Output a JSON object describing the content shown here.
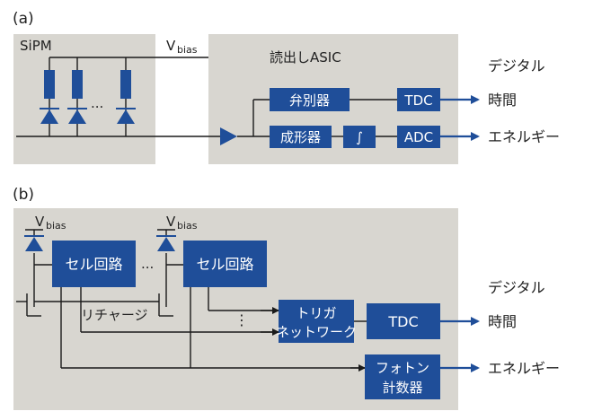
{
  "panel_a": {
    "label": "(a)",
    "sipm": {
      "label": "SiPM",
      "vbias_main": "V",
      "vbias_sub": "bias",
      "dots": "..."
    },
    "asic": {
      "title": "読出しASIC",
      "discriminator": "弁別器",
      "shaper": "成形器",
      "integrator": "∫",
      "tdc": "TDC",
      "adc": "ADC"
    },
    "outputs": {
      "digital": "デジタル",
      "time": "時間",
      "energy": "エネルギー"
    }
  },
  "panel_b": {
    "label": "(b)",
    "vbias_main": "V",
    "vbias_sub": "bias",
    "cell_circuit": "セル回路",
    "dots_h": "...",
    "dots_v": "⋮",
    "recharge": "リチャージ",
    "trigger_network_line1": "トリガ",
    "trigger_network_line2": "ネットワーク",
    "tdc": "TDC",
    "photon_counter_line1": "フォトン",
    "photon_counter_line2": "計数器",
    "outputs": {
      "digital": "デジタル",
      "time": "時間",
      "energy": "エネルギー"
    }
  },
  "colors": {
    "block": "#1f4e99",
    "panel": "#d8d6d0",
    "line": "#1a1a1a"
  }
}
